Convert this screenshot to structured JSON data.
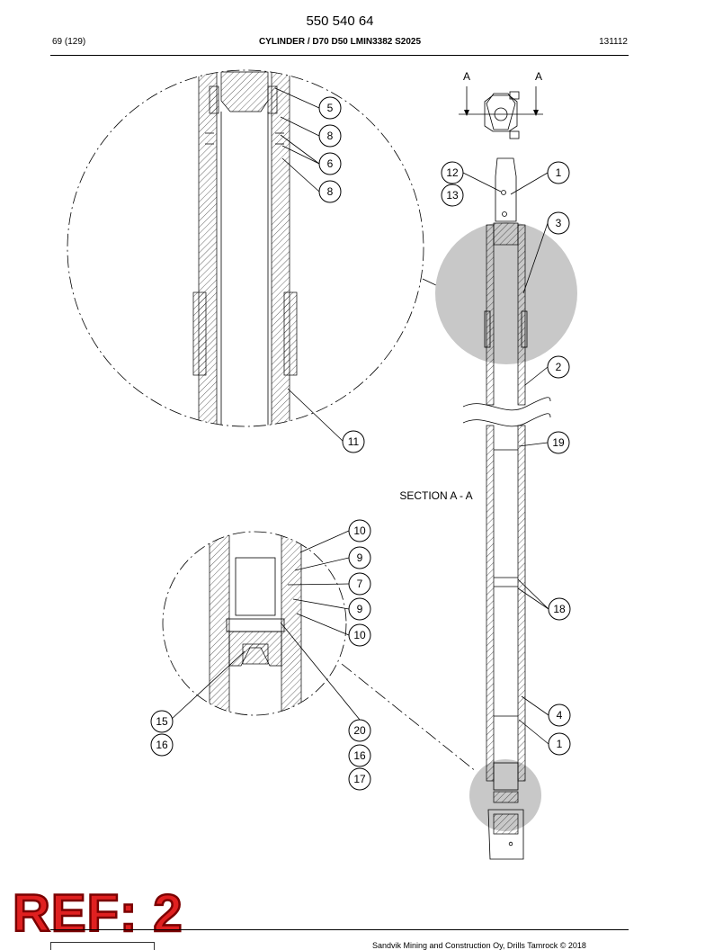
{
  "header": {
    "doc_number": "550 540 64",
    "page_count": "69 (129)",
    "title": "CYLINDER / D70 D50 LMIN3382 S2025",
    "date_code": "131112"
  },
  "drawing": {
    "section_label": "SECTION  A - A",
    "view_letters": [
      "A",
      "A"
    ],
    "callouts": [
      "5",
      "8",
      "6",
      "8",
      "11",
      "12",
      "13",
      "1",
      "3",
      "2",
      "19",
      "18",
      "4",
      "1",
      "10",
      "9",
      "7",
      "9",
      "10",
      "15",
      "16",
      "20",
      "16",
      "17"
    ]
  },
  "stamp": {
    "ref_text": "REF: 2"
  },
  "footer": {
    "copyright": "Sandvik Mining and Construction Oy, Drills Tamrock © 2018"
  }
}
